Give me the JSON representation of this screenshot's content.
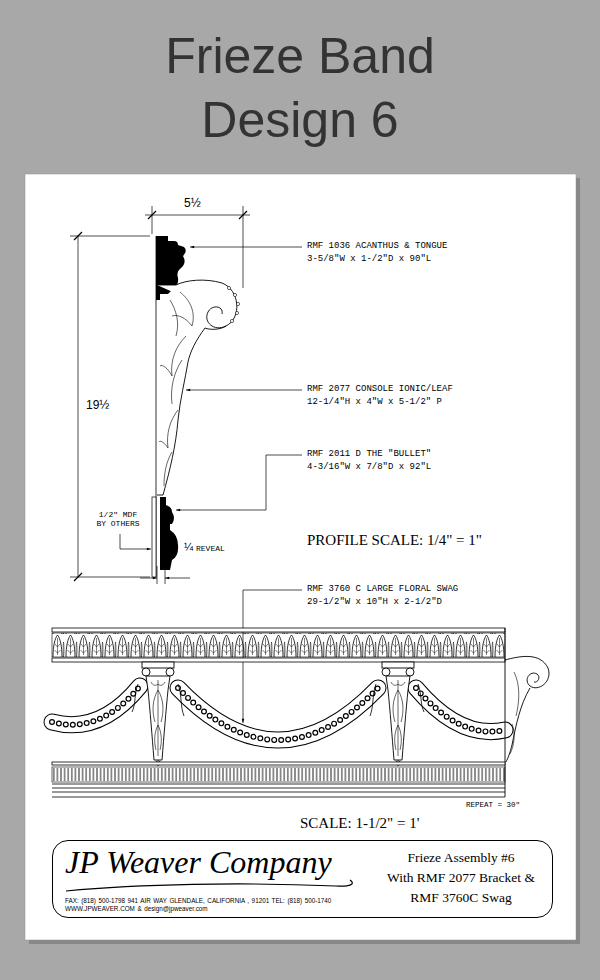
{
  "diagram": {
    "title": "Frieze Band Design 6",
    "nodes": [
      {
        "text": [
          "JP Weaver Company",
          "FAX: (818) 500-1798 941 AIR WAY GLENDALE, CALIFORNIA , 91201 TEL: (818) 500-1740",
          "WWW.JPWEAVER.COM & design@jpweaver.com",
          "Frieze Assembly #6",
          "With RMF 2077 Bracket &",
          "RMF 3760C Swag"
        ]
      }
    ],
    "labels": [
      "5½",
      "19½",
      "RMF 1036 ACANTHUS & TONGUE",
      "3-5/8\"W x 1-/2\"D x 90\"L",
      "RMF 2077 CONSOLE IONIC/LEAF",
      "12-1/4\"H x 4\"W x 5-1/2\" P",
      "RMF 2011 D THE \"BULLET\"",
      "4-3/16\"W x 7/8\"D x 92\"L",
      "1/2\" MDF BY OTHERS",
      "¼",
      "REVEAL",
      "PROFILE SCALE: 1/4\" = 1\"",
      "RMF 3760 C LARGE FLORAL SWAG",
      "29-1/2\"W x 10\"H x 2-1/2\"D",
      "REPEAT = 30\"",
      "SCALE: 1-1/2\" = 1'"
    ]
  }
}
